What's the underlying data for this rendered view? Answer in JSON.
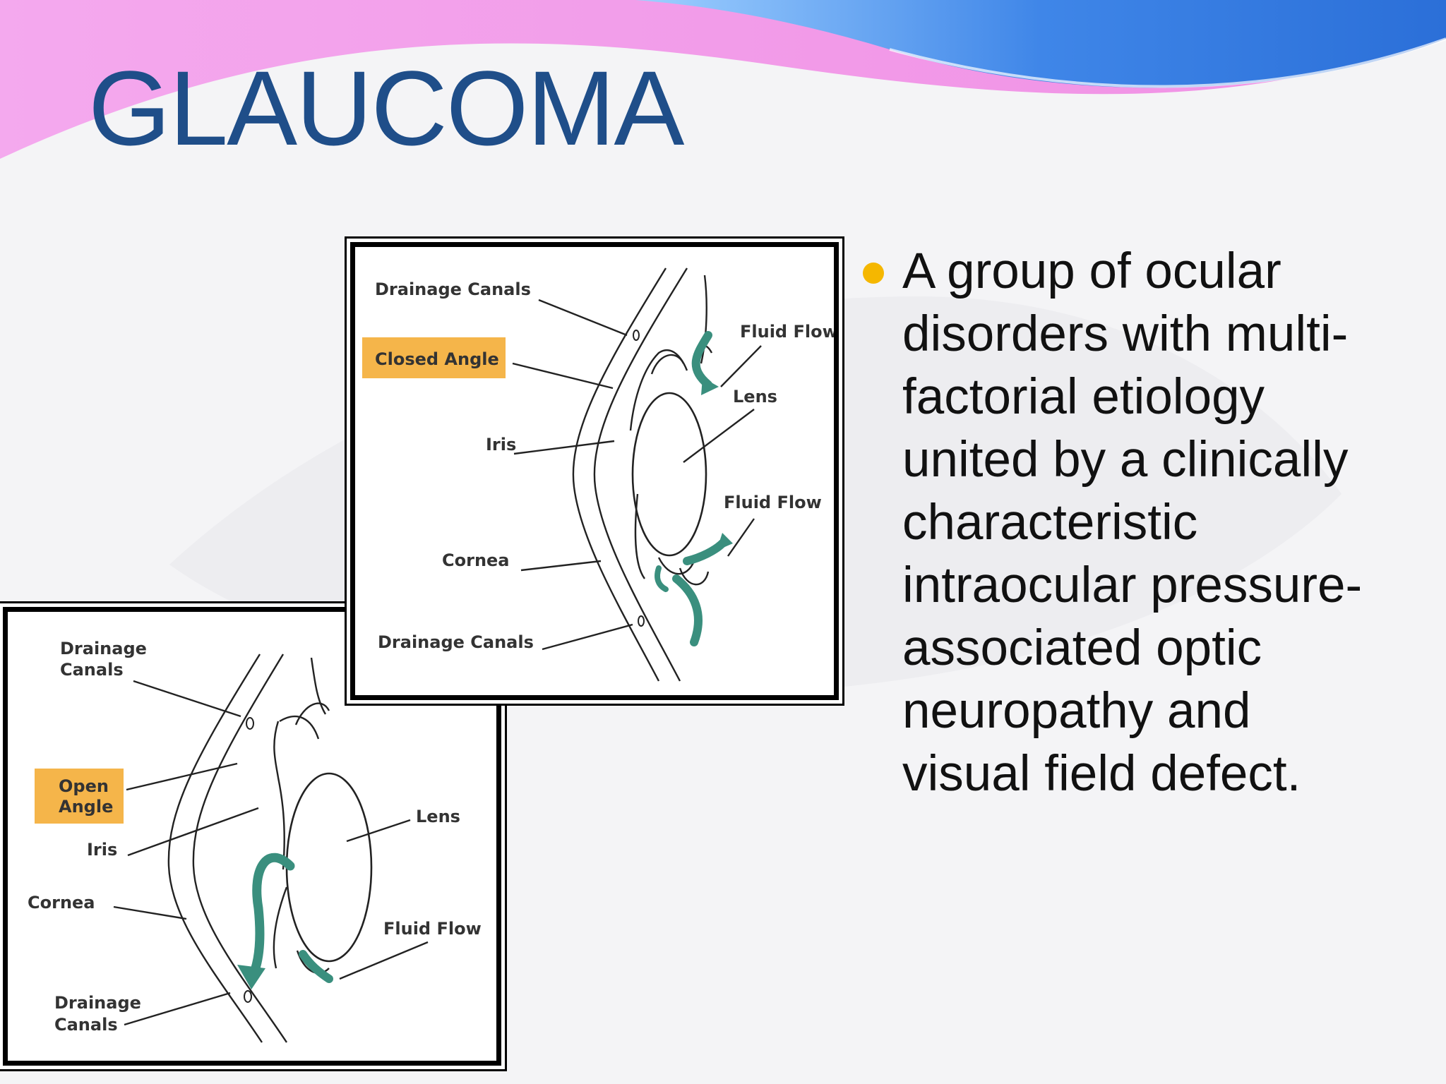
{
  "title": "GLAUCOMA",
  "bullet": {
    "lines": [
      "A group of ocular",
      "disorders with multi-",
      "factorial etiology",
      "united by a clinically",
      "characteristic",
      "intraocular pressure-",
      "associated optic",
      "neuropathy and",
      "visual field defect."
    ]
  },
  "diagram_closed": {
    "drainage_top": "Drainage Canals",
    "angle": "Closed Angle",
    "fluid_flow_top": "Fluid Flow",
    "lens": "Lens",
    "iris": "Iris",
    "fluid_flow_bottom": "Fluid Flow",
    "cornea": "Cornea",
    "drainage_bottom": "Drainage Canals"
  },
  "diagram_open": {
    "drainage_top_1": "Drainage",
    "drainage_top_2": "Canals",
    "angle_1": "Open",
    "angle_2": "Angle",
    "lens": "Lens",
    "iris": "Iris",
    "cornea": "Cornea",
    "fluid_flow": "Fluid Flow",
    "drainage_bottom_1": "Drainage",
    "drainage_bottom_2": "Canals"
  },
  "colors": {
    "title": "#1f4e89",
    "label_highlight": "#f5b54a",
    "bullet": "#f5b700",
    "fluid_arrow": "#3a8f7e",
    "band_pink": "#f2a3ec",
    "band_blue": "#3f86e8"
  }
}
